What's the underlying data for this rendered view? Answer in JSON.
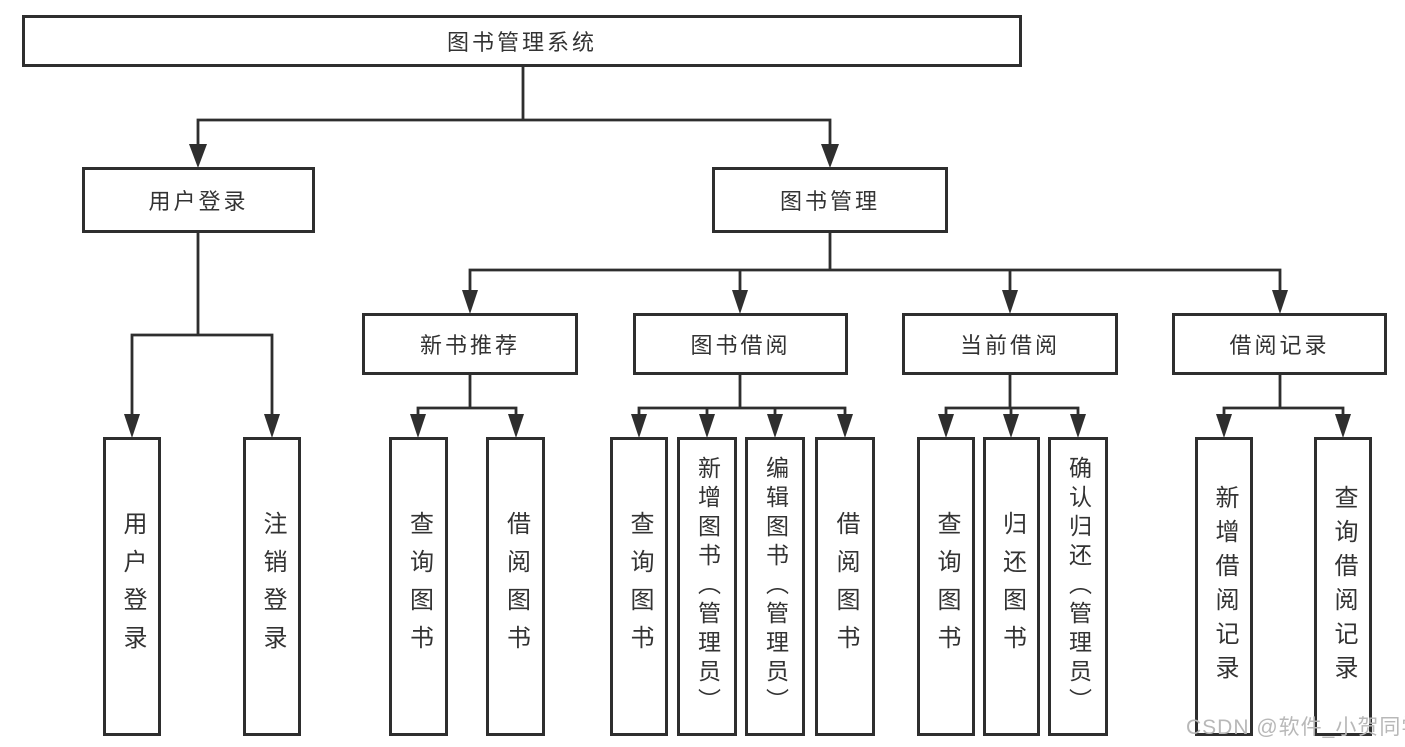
{
  "diagram": {
    "title": "图书管理系统"
  },
  "nodes": {
    "root": "图书管理系统",
    "level2": {
      "user_login": "用户登录",
      "book_mgmt": "图书管理"
    },
    "level3": {
      "new_book": "新书推荐",
      "book_borrow": "图书借阅",
      "current_borrow": "当前借阅",
      "borrow_record": "借阅记录"
    },
    "leaves": {
      "user_login_1": "用户登录",
      "user_login_2": "注销登录",
      "new_book_1": "查询图书",
      "new_book_2": "借阅图书",
      "book_borrow_1": "查询图书",
      "book_borrow_2": "新增图书（管理员）",
      "book_borrow_3": "编辑图书（管理员）",
      "book_borrow_4": "借阅图书",
      "current_borrow_1": "查询图书",
      "current_borrow_2": "归还图书",
      "current_borrow_3": "确认归还（管理员）",
      "borrow_record_1": "新增借阅记录",
      "borrow_record_2": "查询借阅记录"
    }
  },
  "watermark": {
    "text": "CSDN @软件_小贺同学",
    "color": "#b8b8b8"
  },
  "colors": {
    "line": "#2e2e2e",
    "box_border": "#2e2e2e",
    "text": "#333333",
    "background": "#ffffff"
  }
}
